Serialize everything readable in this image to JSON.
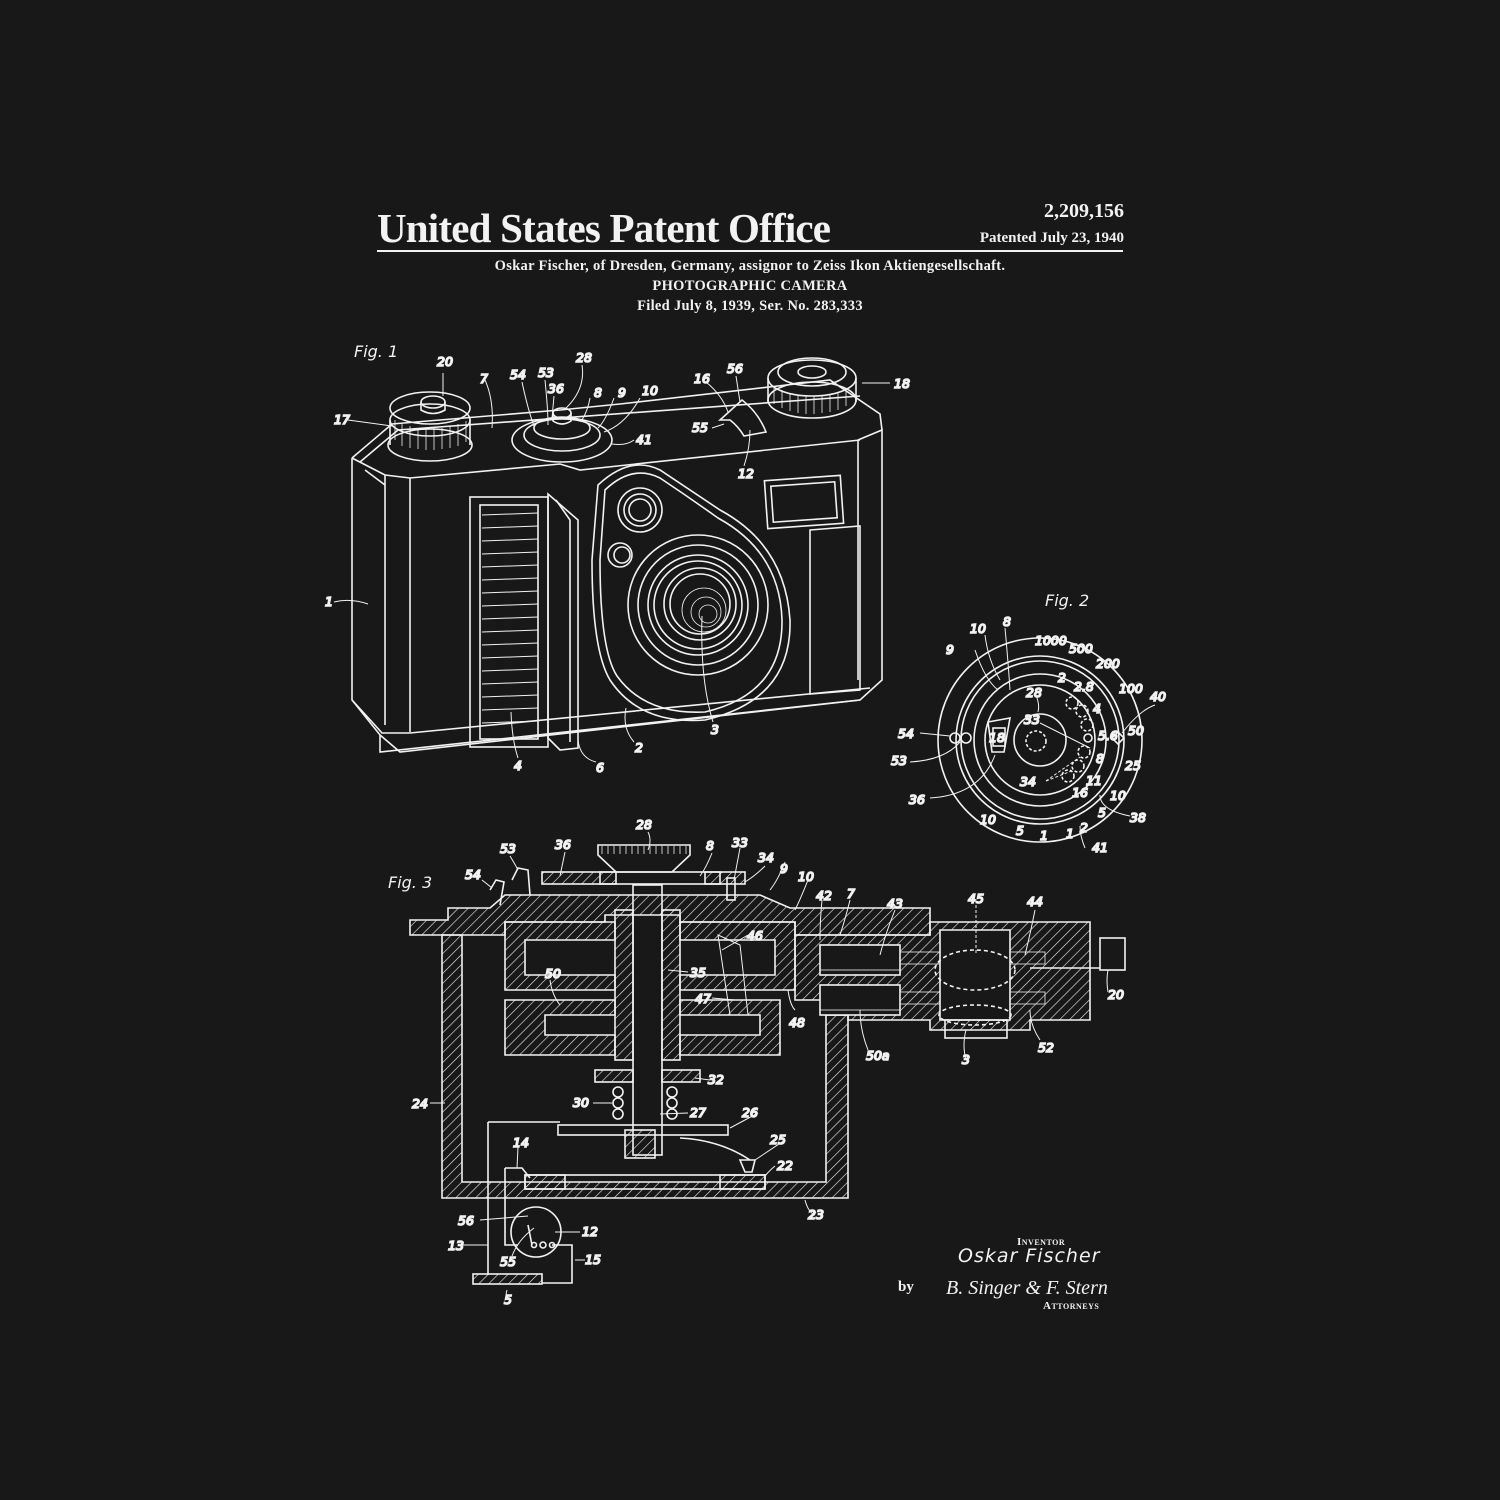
{
  "header": {
    "office_title": "United States Patent Office",
    "patent_number": "2,209,156",
    "patented_date": "Patented July 23, 1940",
    "inventor_line": "Oskar Fischer, of Dresden, Germany, assignor to Zeiss Ikon Aktiengesellschaft.",
    "invention_title": "PHOTOGRAPHIC CAMERA",
    "filing_line": "Filed July 8, 1939, Ser. No. 283,333"
  },
  "figures": {
    "fig1": {
      "label": "Fig. 1",
      "reference_numerals": [
        "20",
        "7",
        "54",
        "53",
        "36",
        "28",
        "8",
        "9",
        "10",
        "16",
        "56",
        "18",
        "17",
        "55",
        "41",
        "12",
        "1",
        "4",
        "6",
        "2",
        "3"
      ]
    },
    "fig2": {
      "label": "Fig. 2",
      "reference_numerals": [
        "10",
        "8",
        "9",
        "28",
        "33",
        "54",
        "53",
        "36",
        "34",
        "40",
        "38",
        "41"
      ],
      "shutter_scale": [
        "1000",
        "500",
        "200",
        "100",
        "50",
        "25",
        "10",
        "5",
        "2",
        "1",
        "1",
        "5",
        "10"
      ],
      "aperture_scale": [
        "2",
        "2.8",
        "4",
        "5.6",
        "8",
        "11",
        "16"
      ],
      "window_value": "18"
    },
    "fig3": {
      "label": "Fig. 3",
      "reference_numerals": [
        "28",
        "53",
        "36",
        "8",
        "33",
        "34",
        "9",
        "54",
        "10",
        "42",
        "7",
        "43",
        "45",
        "44",
        "46",
        "35",
        "50",
        "47",
        "48",
        "20",
        "50a",
        "3",
        "52",
        "32",
        "30",
        "27",
        "26",
        "24",
        "25",
        "22",
        "14",
        "23",
        "56",
        "12",
        "13",
        "55",
        "15",
        "5"
      ]
    }
  },
  "signature": {
    "inventor_label": "Inventor",
    "inventor_signature": "Oskar Fischer",
    "by_label": "by",
    "attorneys_signature": "B. Singer & F. Stern",
    "attorneys_label": "Attorneys"
  },
  "colors": {
    "background": "#181818",
    "ink": "#f2f2f2"
  }
}
